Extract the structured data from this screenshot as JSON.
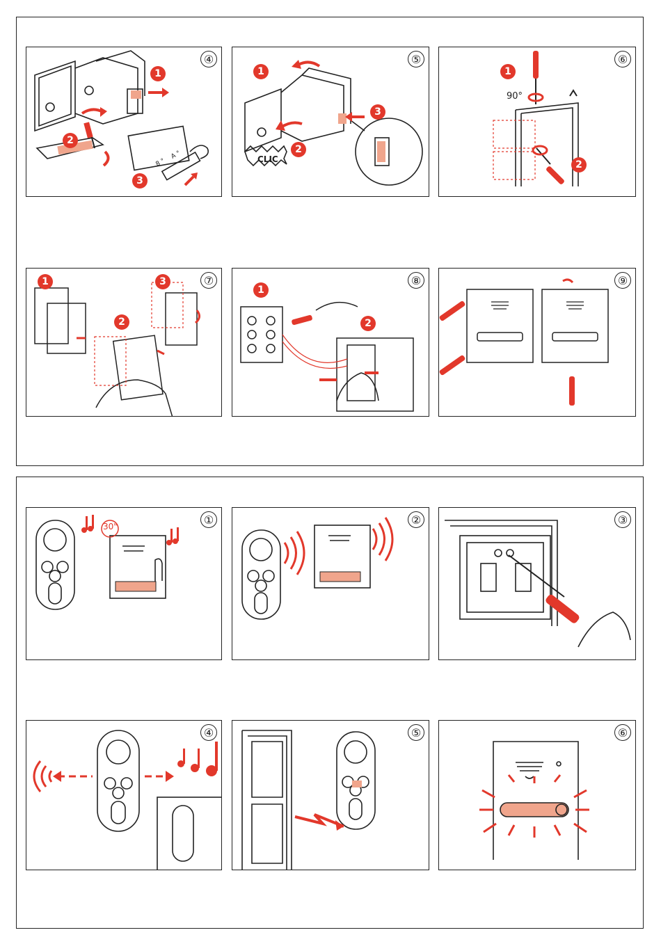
{
  "install": {
    "panels": [
      {
        "number": "④",
        "badges": [
          "1",
          "2",
          "3"
        ],
        "labels": {
          "plate_a": "8 °",
          "plate_b": "A °"
        }
      },
      {
        "number": "⑤",
        "badges": [
          "1",
          "2",
          "3"
        ],
        "labels": {
          "click": "CLIC"
        }
      },
      {
        "number": "⑥",
        "badges": [
          "1",
          "2"
        ],
        "labels": {
          "angle": "90°"
        }
      },
      {
        "number": "⑦",
        "badges": [
          "1",
          "2",
          "3"
        ]
      },
      {
        "number": "⑧",
        "badges": [
          "1",
          "2"
        ]
      },
      {
        "number": "⑨",
        "badges": []
      }
    ]
  },
  "usage": {
    "panels": [
      {
        "number": "①",
        "labels": {
          "timer": "30\""
        }
      },
      {
        "number": "②"
      },
      {
        "number": "③"
      },
      {
        "number": "④"
      },
      {
        "number": "⑤"
      },
      {
        "number": "⑥"
      }
    ]
  },
  "colors": {
    "accent": "#e2382b",
    "button_fill": "#f0a58c",
    "line": "#222222"
  }
}
